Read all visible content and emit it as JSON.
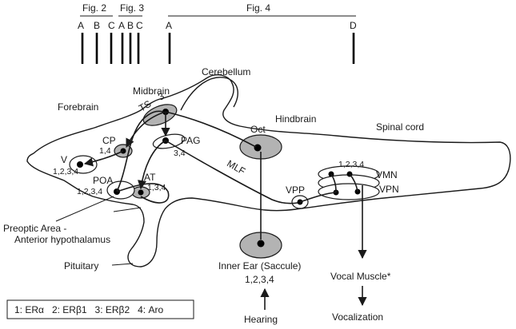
{
  "figure_refs": {
    "fig2": {
      "title": "Fig. 2",
      "letters": [
        "A",
        "B",
        "C"
      ]
    },
    "fig3": {
      "title": "Fig. 3",
      "letters": [
        "A",
        "B",
        "C"
      ]
    },
    "fig4": {
      "title": "Fig. 4",
      "letters": [
        "A",
        "D"
      ]
    }
  },
  "regions": {
    "forebrain": "Forebrain",
    "midbrain": "Midbrain",
    "cerebellum": "Cerebellum",
    "hindbrain": "Hindbrain",
    "spinal_cord": "Spinal cord"
  },
  "nuclei": {
    "ts": {
      "name": "TS",
      "codes": "3"
    },
    "cp": {
      "name": "CP",
      "codes": "1,4"
    },
    "v": {
      "name": "V",
      "codes": "1,2,3,4"
    },
    "pag": {
      "name": "PAG",
      "codes": "3,4"
    },
    "at": {
      "name": "AT",
      "codes": "1,3,4"
    },
    "poa": {
      "name": "POA",
      "codes": "1,2,3,4"
    },
    "oct": {
      "name": "Oct"
    },
    "mlf": {
      "name": "MLF"
    },
    "vpp": {
      "name": "VPP"
    },
    "vmn": {
      "name": "VMN",
      "codes": "1,2,3,4"
    },
    "vpn": {
      "name": "VPN"
    }
  },
  "annotations": {
    "preoptic_line1": "Preoptic Area -",
    "preoptic_line2": "Anterior hypothalamus",
    "pituitary": "Pituitary",
    "inner_ear": "Inner Ear (Saccule)",
    "inner_ear_codes": "1,2,3,4",
    "vocal_muscle": "Vocal Muscle*",
    "hearing": "Hearing",
    "vocalization": "Vocalization"
  },
  "legend": {
    "text": "1: ERα   2: ERβ1   3: ERβ2   4: Aro"
  }
}
